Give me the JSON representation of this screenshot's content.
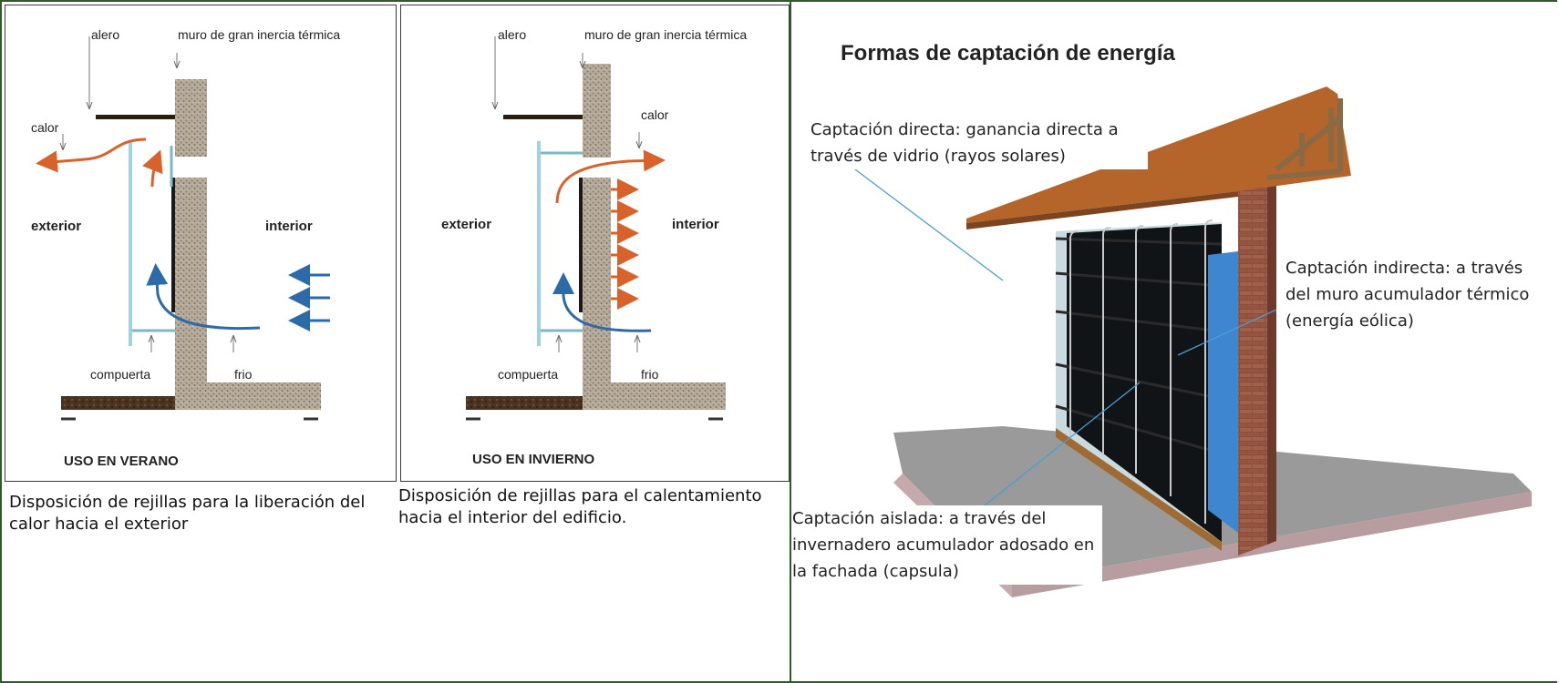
{
  "summer_panel": {
    "label_alero": "alero",
    "label_muro": "muro de gran inercia térmica",
    "label_calor": "calor",
    "label_exterior": "exterior",
    "label_interior": "interior",
    "label_compuerta": "compuerta",
    "label_frio": "frio",
    "title": "USO EN VERANO",
    "caption": "Disposición de rejillas para la liberación del calor hacia el exterior"
  },
  "winter_panel": {
    "label_alero": "alero",
    "label_muro": "muro de gran inercia térmica",
    "label_calor": "calor",
    "label_exterior": "exterior",
    "label_interior": "interior",
    "label_compuerta": "compuerta",
    "label_frio": "frio",
    "title": "USO EN INVIERNO",
    "caption": "Disposición de rejillas para el calentamiento hacia el interior del edificio."
  },
  "energy_panel": {
    "heading": "Formas de captación de energía",
    "annot_direct": "Captación directa: ganancia directa a través de vidrio (rayos solares)",
    "annot_indirect": "Captación indirecta: a través del muro acumulador térmico (energía eólica)",
    "annot_isolated": "Captación aislada: a través del invernadero acumulador adosado en la fachada (capsula)"
  },
  "colors": {
    "frame_green": "#2f5b2a",
    "hot_orange": "#d9622b",
    "cold_blue": "#2c6aa8",
    "glass_blue": "#9fd3e0",
    "roof_orange": "#b5652a",
    "callout_line": "#4a9fd0"
  }
}
